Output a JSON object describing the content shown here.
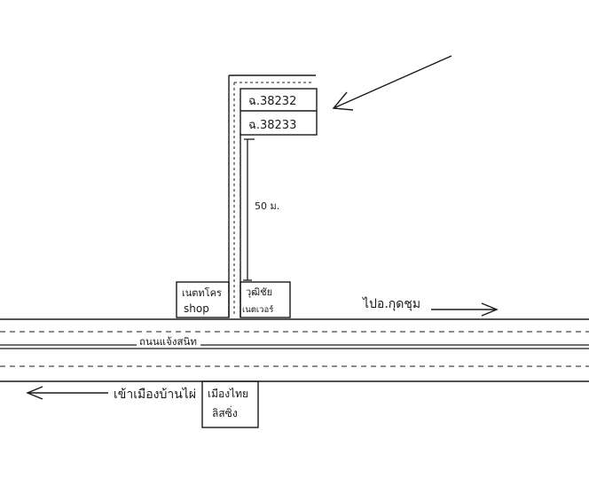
{
  "plots": {
    "upper": "ฉ.38232",
    "lower": "ฉ.38233"
  },
  "distance_label": "50 ม.",
  "shops": {
    "left_line1": "เนตทโคร",
    "left_line2": "shop",
    "right_line1": "วุฒิชัย",
    "right_line2": "เนตเวอร์"
  },
  "road_name": "ถนนแจ้งสนิท",
  "direction_right": "ไปอ.กุดชุม",
  "direction_left": "เข้าเมืองบ้านไผ่",
  "bottom_shop": {
    "line1": "เมืองไทย",
    "line2": "ลิสซิ่ง"
  }
}
